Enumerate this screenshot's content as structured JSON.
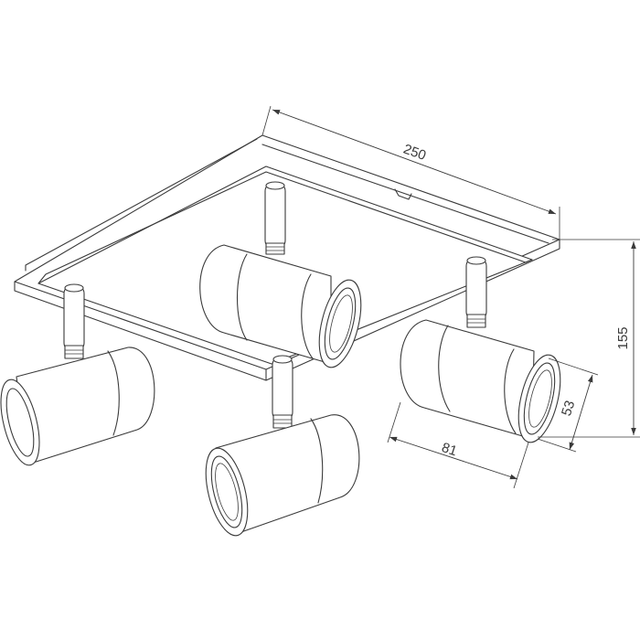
{
  "dimensions": {
    "width": "250",
    "height": "155",
    "spot_length": "81",
    "spot_diameter": "53"
  }
}
